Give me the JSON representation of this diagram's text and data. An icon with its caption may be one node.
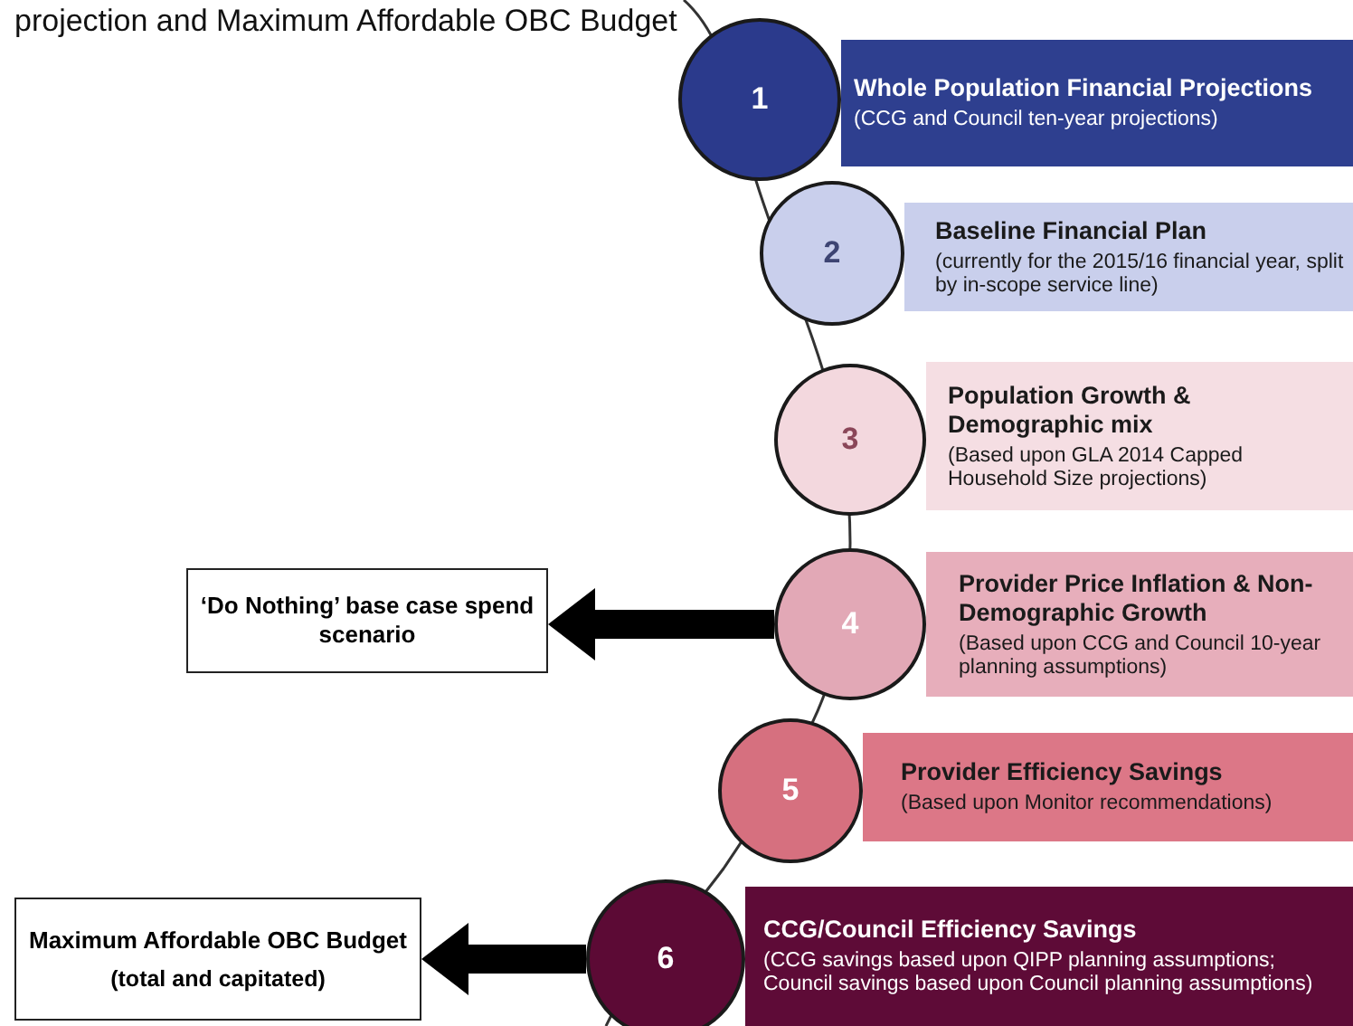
{
  "diagram": {
    "title": "projection and Maximum Affordable OBC Budget",
    "nodes": [
      {
        "text": [
          "1"
        ]
      },
      {
        "text": [
          "Whole Population Financial Projections",
          "(CCG and Council ten-year projections)"
        ]
      },
      {
        "text": [
          "2"
        ]
      },
      {
        "text": [
          "Baseline Financial Plan",
          "(currently for the 2015/16 financial year, split by in-scope service line)"
        ]
      },
      {
        "text": [
          "3"
        ]
      },
      {
        "text": [
          "Population Growth & Demographic mix",
          "(Based upon GLA 2014 Capped Household Size projections)"
        ]
      },
      {
        "text": [
          "4"
        ]
      },
      {
        "text": [
          "Provider Price Inflation & Non-Demographic Growth",
          "(Based upon CCG and Council 10-year planning assumptions)"
        ]
      },
      {
        "text": [
          "5"
        ]
      },
      {
        "text": [
          "Provider Efficiency Savings",
          "(Based upon Monitor recommendations)"
        ]
      },
      {
        "text": [
          "6"
        ]
      },
      {
        "text": [
          "CCG/Council Efficiency Savings",
          "(CCG savings based upon QIPP planning assumptions; Council savings based upon Council planning assumptions)"
        ]
      },
      {
        "text": [
          "‘Do Nothing’ base case spend scenario"
        ]
      },
      {
        "text": [
          "Maximum Affordable OBC Budget",
          "(total and capitated)"
        ]
      }
    ],
    "edges": [
      {
        "from": 6,
        "to": 12,
        "arrow": "to"
      },
      {
        "from": 10,
        "to": 13,
        "arrow": "to"
      }
    ]
  }
}
